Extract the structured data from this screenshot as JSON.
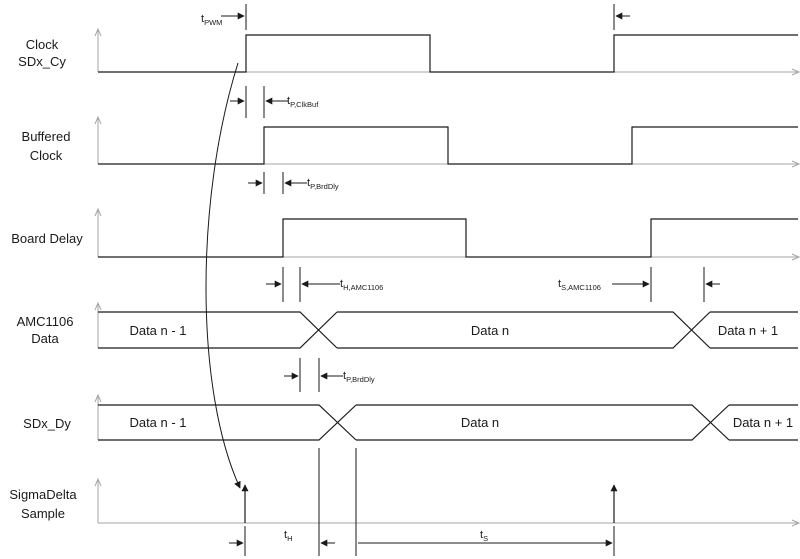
{
  "signals": {
    "clock": {
      "line1": "Clock",
      "line2": "SDx_Cy"
    },
    "buffered": {
      "line1": "Buffered",
      "line2": "Clock"
    },
    "board_delay": {
      "line1": "Board Delay"
    },
    "amc1106": {
      "line1": "AMC1106",
      "line2": "Data"
    },
    "sdx_dy": {
      "line1": "SDx_Dy"
    },
    "sample": {
      "line1": "SigmaDelta",
      "line2": "Sample"
    }
  },
  "data_labels": {
    "amc_prev": "Data n - 1",
    "amc_curr": "Data n",
    "amc_next": "Data n + 1",
    "sd_prev": "Data n - 1",
    "sd_curr": "Data n",
    "sd_next": "Data n + 1"
  },
  "timing_labels": {
    "t_pwm": {
      "main": "t",
      "sub": "PWM"
    },
    "t_p_clkbuf": {
      "main": "t",
      "sub": "P,ClkBuf"
    },
    "t_p_brddly_1": {
      "main": "t",
      "sub": "P,BrdDly"
    },
    "t_h_amc": {
      "main": "t",
      "sub": "H,AMC1106"
    },
    "t_s_amc": {
      "main": "t",
      "sub": "S,AMC1106"
    },
    "t_p_brddly_2": {
      "main": "t",
      "sub": "P,BrdDly"
    },
    "t_h": {
      "main": "t",
      "sub": "H"
    },
    "t_s": {
      "main": "t",
      "sub": "S"
    }
  },
  "colors": {
    "axis": "#a6a6a6",
    "wave": "#1a1a1a",
    "background": "#ffffff"
  }
}
